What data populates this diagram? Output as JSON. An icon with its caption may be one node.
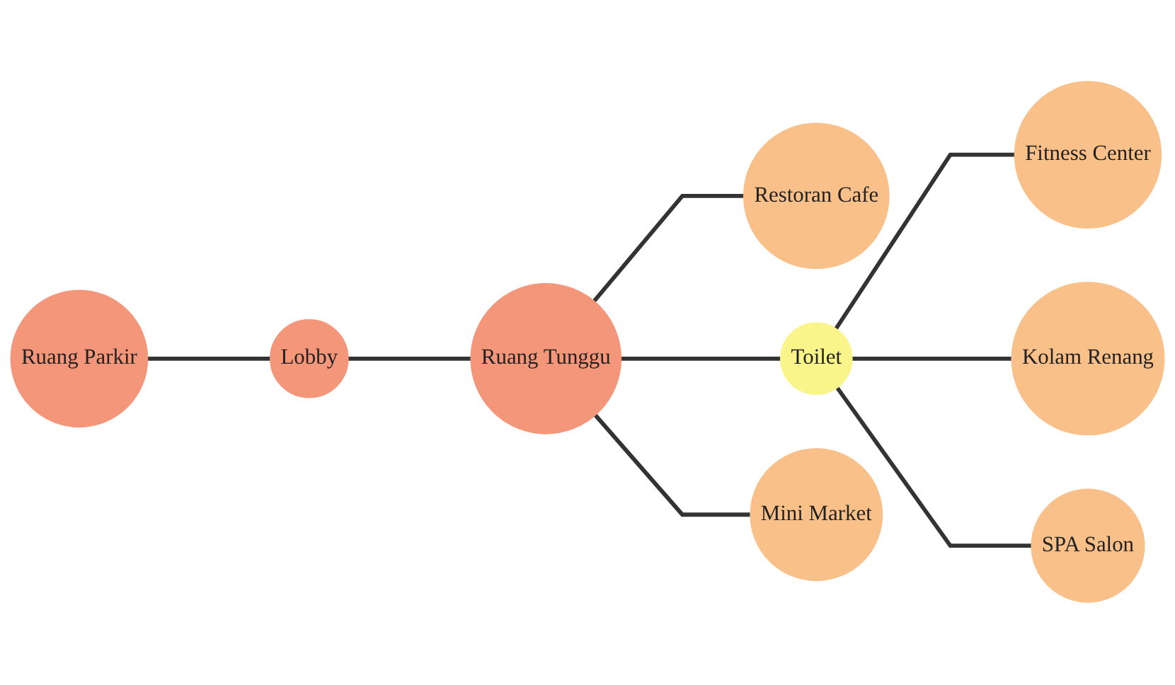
{
  "diagram": {
    "nodes": [
      {
        "text": [
          "Ruang Parkir"
        ]
      },
      {
        "text": [
          "Lobby"
        ]
      },
      {
        "text": [
          "Ruang Tunggu"
        ]
      },
      {
        "text": [
          "Restoran Cafe"
        ]
      },
      {
        "text": [
          "Mini Market"
        ]
      },
      {
        "text": [
          "Toilet"
        ]
      },
      {
        "text": [
          "Fitness Center"
        ]
      },
      {
        "text": [
          "Kolam Renang"
        ]
      },
      {
        "text": [
          "SPA Salon"
        ]
      }
    ],
    "edges": [
      {
        "from": 0,
        "to": 1,
        "arrow": "none"
      },
      {
        "from": 1,
        "to": 2,
        "arrow": "none"
      },
      {
        "from": 2,
        "to": 3,
        "arrow": "none"
      },
      {
        "from": 2,
        "to": 4,
        "arrow": "none"
      },
      {
        "from": 2,
        "to": 5,
        "arrow": "none"
      },
      {
        "from": 5,
        "to": 6,
        "arrow": "none"
      },
      {
        "from": 5,
        "to": 7,
        "arrow": "none"
      },
      {
        "from": 5,
        "to": 8,
        "arrow": "none"
      }
    ]
  }
}
